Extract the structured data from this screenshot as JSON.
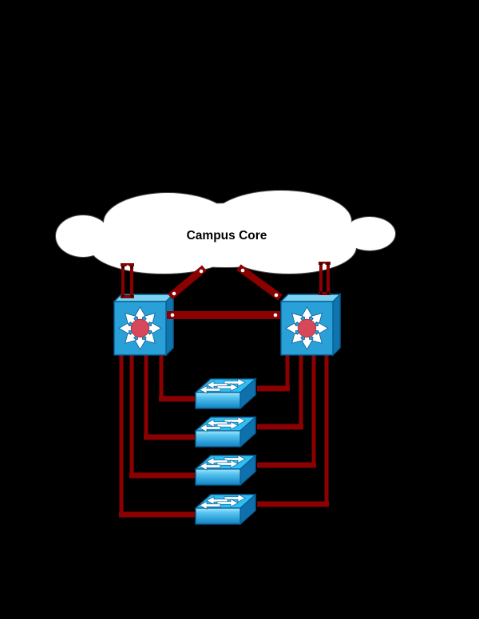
{
  "diagram": {
    "cloud_label": "Campus Core",
    "nodes": [
      {
        "id": "campus-core-cloud",
        "type": "network-cloud",
        "label": "Campus Core"
      },
      {
        "id": "distribution-switch-left",
        "type": "multilayer-switch-icon"
      },
      {
        "id": "distribution-switch-right",
        "type": "multilayer-switch-icon"
      },
      {
        "id": "access-switch-1",
        "type": "workgroup-switch-icon"
      },
      {
        "id": "access-switch-2",
        "type": "workgroup-switch-icon"
      },
      {
        "id": "access-switch-3",
        "type": "workgroup-switch-icon"
      },
      {
        "id": "access-switch-4",
        "type": "workgroup-switch-icon"
      }
    ],
    "links": [
      {
        "from": "campus-core-cloud",
        "to": "distribution-switch-left",
        "style": "double-parallel-channel"
      },
      {
        "from": "campus-core-cloud",
        "to": "distribution-switch-left",
        "style": "thick-diagonal"
      },
      {
        "from": "campus-core-cloud",
        "to": "distribution-switch-right",
        "style": "double-parallel-channel"
      },
      {
        "from": "campus-core-cloud",
        "to": "distribution-switch-right",
        "style": "thick-diagonal"
      },
      {
        "from": "distribution-switch-left",
        "to": "distribution-switch-right",
        "style": "thick-horizontal-trunk"
      },
      {
        "from": "distribution-switch-left",
        "to": "access-switch-1",
        "style": "elbow"
      },
      {
        "from": "distribution-switch-left",
        "to": "access-switch-2",
        "style": "elbow"
      },
      {
        "from": "distribution-switch-left",
        "to": "access-switch-3",
        "style": "elbow"
      },
      {
        "from": "distribution-switch-left",
        "to": "access-switch-4",
        "style": "elbow"
      },
      {
        "from": "distribution-switch-right",
        "to": "access-switch-1",
        "style": "elbow"
      },
      {
        "from": "distribution-switch-right",
        "to": "access-switch-2",
        "style": "elbow"
      },
      {
        "from": "distribution-switch-right",
        "to": "access-switch-3",
        "style": "elbow"
      },
      {
        "from": "distribution-switch-right",
        "to": "access-switch-4",
        "style": "elbow"
      }
    ],
    "colors": {
      "background": "#000000",
      "link": "#8B0000",
      "cloud_fill": "#FFFFFF",
      "cloud_outline": "#4A4A4A",
      "cloud_text": "#000000",
      "switch_front": "#2AA0D8",
      "switch_top": "#7CD3F0",
      "switch_side": "#0F75AE",
      "switch_outline": "#0A5E94",
      "switch_hub_dot": "#D7485A",
      "arrow": "#FFFFFF",
      "port_dot": "#FFFFFF"
    }
  }
}
